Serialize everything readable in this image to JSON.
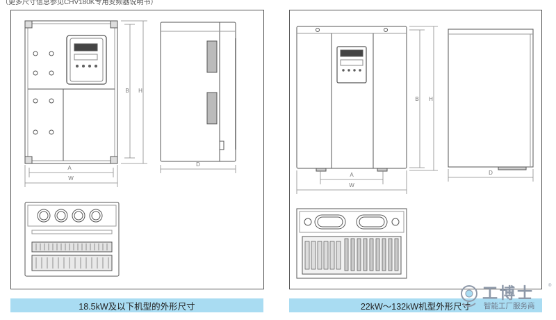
{
  "header_note": "（更多尺寸信息参见CHV180K专用变频器说明书）",
  "left_panel": {
    "caption": "18.5kW及以下机型的外形尺寸",
    "front_dims": {
      "width_inner": "A",
      "width_outer": "W",
      "height_inner": "B",
      "height_outer": "H"
    },
    "side_dims": {
      "depth": "D"
    }
  },
  "right_panel": {
    "caption": "22kW～132kW机型外形尺寸",
    "front_dims": {
      "width_inner": "A",
      "width_outer": "W",
      "height_inner": "B",
      "height_outer": "H"
    },
    "side_dims": {
      "depth": "D"
    }
  },
  "watermark": {
    "title": "工博士",
    "subtitle": "智能工厂服务商",
    "registered": "®",
    "icon": "gongboshi-logo-icon"
  },
  "colors": {
    "caption_bg": "#a9dcf2",
    "line": "#555555",
    "dim_line": "#888888",
    "watermark": "#8d98a8"
  }
}
